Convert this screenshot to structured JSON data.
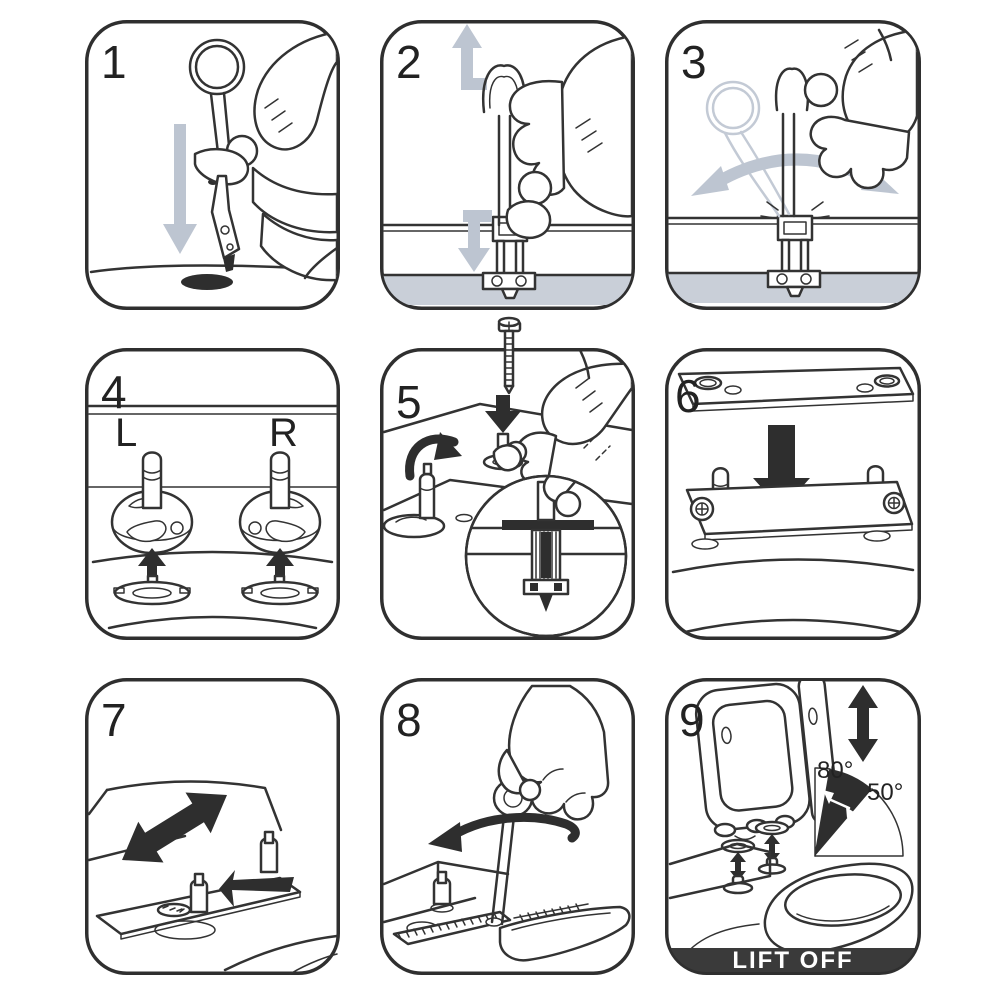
{
  "figure": {
    "type": "instruction-sheet",
    "rows": 3,
    "cols": 3
  },
  "colors": {
    "background": "#ffffff",
    "line": "#333333",
    "panel_border": "#2f2f2f",
    "light_arrow": "#bdc5d1",
    "ceramic_band": "#c9cfd8",
    "black_arrow": "#2e2e2e",
    "banner_bg": "#3a3a3a",
    "banner_text": "#ffffff"
  },
  "panels": [
    {
      "number": "1",
      "icons": [
        "hand-icon",
        "seat-pin-tool-icon",
        "insert-down-arrow-icon",
        "fixing-hole-icon"
      ]
    },
    {
      "number": "2",
      "icons": [
        "hand-icon",
        "seat-pin-tool-icon",
        "pull-up-arrow-icon",
        "push-down-arrow-icon",
        "expansion-bolt-icon",
        "ceramic-band-icon"
      ]
    },
    {
      "number": "3",
      "icons": [
        "hand-icon",
        "seat-pin-tool-icon",
        "tool-ghost-icon",
        "swing-arc-arrow-icon",
        "snap-burst-icon",
        "expansion-bolt-icon",
        "ceramic-band-icon"
      ]
    },
    {
      "number": "4",
      "labels": {
        "left": "L",
        "right": "R"
      },
      "icons": [
        "fixing-plate-icon",
        "mounting-pin-icon",
        "up-arrow-icon",
        "base-plate-icon"
      ]
    },
    {
      "number": "5",
      "icons": [
        "screw-icon",
        "push-down-arrow-icon",
        "hand-icon",
        "rotate-arrow-icon",
        "fixing-plate-icon",
        "cross-section-inset-icon"
      ]
    },
    {
      "number": "6",
      "icons": [
        "hinge-plate-icon",
        "push-down-arrow-icon",
        "mounting-plate-icon",
        "mounting-pin-icon",
        "screw-head-icon"
      ]
    },
    {
      "number": "7",
      "icons": [
        "slide-double-arrow-icon",
        "adjust-arrow-icon",
        "mounting-plate-icon",
        "mounting-pin-icon"
      ]
    },
    {
      "number": "8",
      "icons": [
        "hand-icon",
        "driver-tool-icon",
        "rotate-arrow-icon",
        "mounting-plate-icon",
        "toilet-bowl-icon"
      ]
    },
    {
      "number": "9",
      "labels": {
        "angle_open": "80°",
        "angle_close": "50°",
        "banner": "LIFT OFF"
      },
      "icons": [
        "seat-lid-icon",
        "up-down-arrow-icon",
        "angle-fan-icon",
        "cap-icon",
        "bolt-icon",
        "toilet-bowl-icon"
      ]
    }
  ]
}
